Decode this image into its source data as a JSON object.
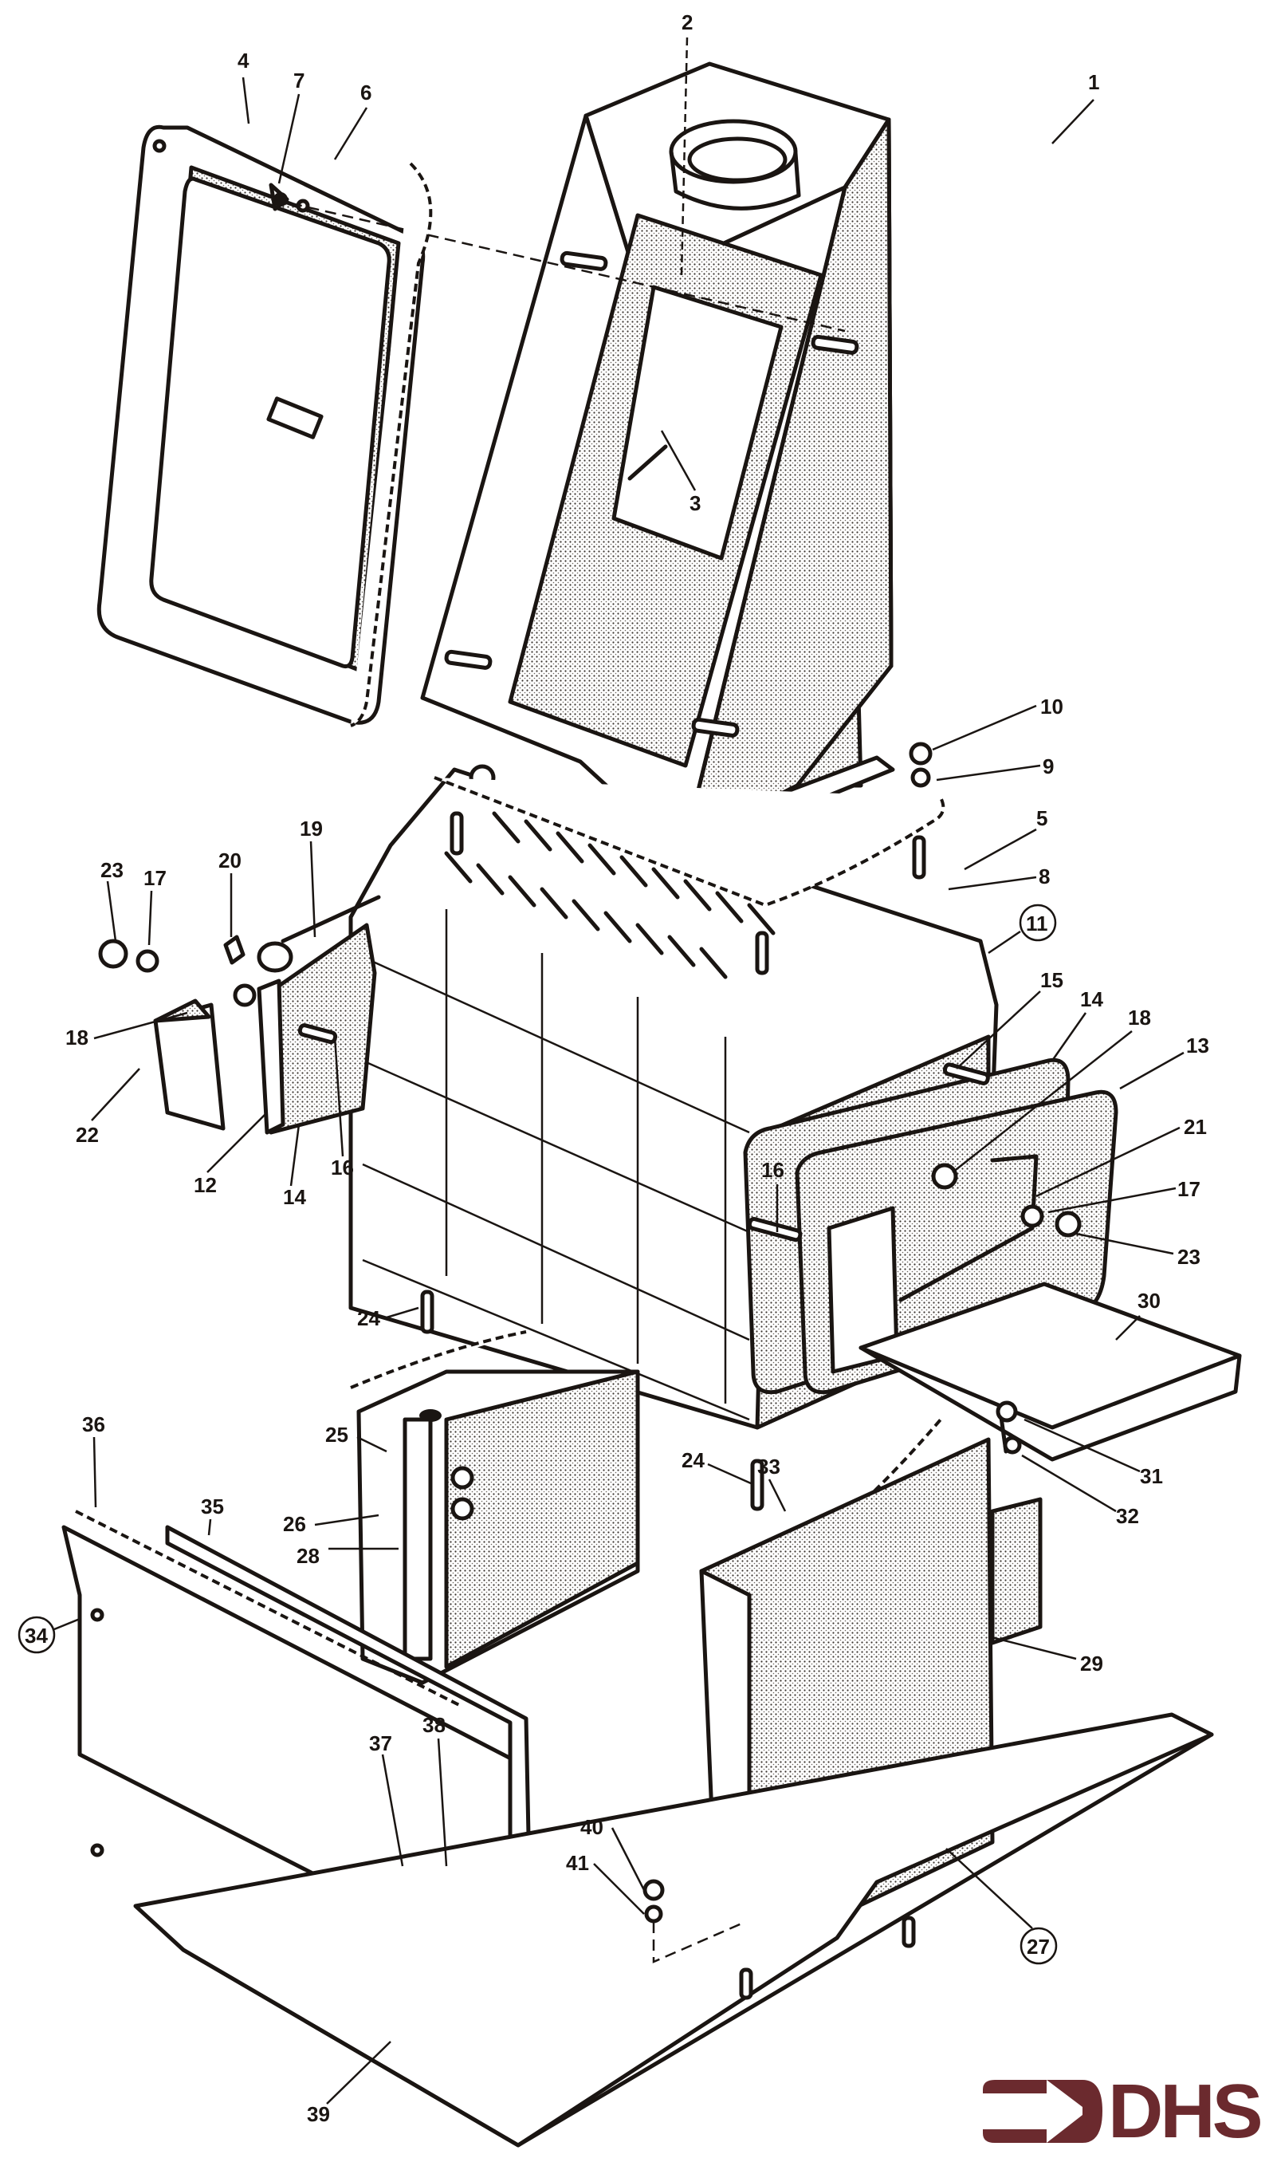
{
  "diagram": {
    "type": "exploded-parts-diagram",
    "subject": "stove / heater assembly",
    "callouts": [
      {
        "id": "1",
        "label": "1",
        "circled": false
      },
      {
        "id": "2",
        "label": "2",
        "circled": false
      },
      {
        "id": "3",
        "label": "3",
        "circled": false
      },
      {
        "id": "4",
        "label": "4",
        "circled": false
      },
      {
        "id": "5",
        "label": "5",
        "circled": false
      },
      {
        "id": "6",
        "label": "6",
        "circled": false
      },
      {
        "id": "7",
        "label": "7",
        "circled": false
      },
      {
        "id": "8",
        "label": "8",
        "circled": false
      },
      {
        "id": "9",
        "label": "9",
        "circled": false
      },
      {
        "id": "10",
        "label": "10",
        "circled": false
      },
      {
        "id": "11",
        "label": "11",
        "circled": true
      },
      {
        "id": "12",
        "label": "12",
        "circled": false
      },
      {
        "id": "13",
        "label": "13",
        "circled": false
      },
      {
        "id": "14a",
        "label": "14",
        "circled": false
      },
      {
        "id": "14b",
        "label": "14",
        "circled": false
      },
      {
        "id": "15",
        "label": "15",
        "circled": false
      },
      {
        "id": "16a",
        "label": "16",
        "circled": false
      },
      {
        "id": "16b",
        "label": "16",
        "circled": false
      },
      {
        "id": "17a",
        "label": "17",
        "circled": false
      },
      {
        "id": "17b",
        "label": "17",
        "circled": false
      },
      {
        "id": "18a",
        "label": "18",
        "circled": false
      },
      {
        "id": "18b",
        "label": "18",
        "circled": false
      },
      {
        "id": "19",
        "label": "19",
        "circled": false
      },
      {
        "id": "20",
        "label": "20",
        "circled": false
      },
      {
        "id": "21",
        "label": "21",
        "circled": false
      },
      {
        "id": "22",
        "label": "22",
        "circled": false
      },
      {
        "id": "23a",
        "label": "23",
        "circled": false
      },
      {
        "id": "23b",
        "label": "23",
        "circled": false
      },
      {
        "id": "24a",
        "label": "24",
        "circled": false
      },
      {
        "id": "24b",
        "label": "24",
        "circled": false
      },
      {
        "id": "25",
        "label": "25",
        "circled": false
      },
      {
        "id": "26",
        "label": "26",
        "circled": false
      },
      {
        "id": "27",
        "label": "27",
        "circled": true
      },
      {
        "id": "28",
        "label": "28",
        "circled": false
      },
      {
        "id": "29",
        "label": "29",
        "circled": false
      },
      {
        "id": "30",
        "label": "30",
        "circled": false
      },
      {
        "id": "31",
        "label": "31",
        "circled": false
      },
      {
        "id": "32",
        "label": "32",
        "circled": false
      },
      {
        "id": "33",
        "label": "33",
        "circled": false
      },
      {
        "id": "34",
        "label": "34",
        "circled": true
      },
      {
        "id": "35",
        "label": "35",
        "circled": false
      },
      {
        "id": "36",
        "label": "36",
        "circled": false
      },
      {
        "id": "37",
        "label": "37",
        "circled": false
      },
      {
        "id": "38",
        "label": "38",
        "circled": false
      },
      {
        "id": "39",
        "label": "39",
        "circled": false
      },
      {
        "id": "40",
        "label": "40",
        "circled": false
      },
      {
        "id": "41",
        "label": "41",
        "circled": false
      }
    ]
  },
  "logo": {
    "text": "DHS",
    "icon": "arrow-bracket-icon",
    "color": "#6b2a2e"
  },
  "colors": {
    "ink": "#1a1512",
    "paper": "#ffffff"
  }
}
